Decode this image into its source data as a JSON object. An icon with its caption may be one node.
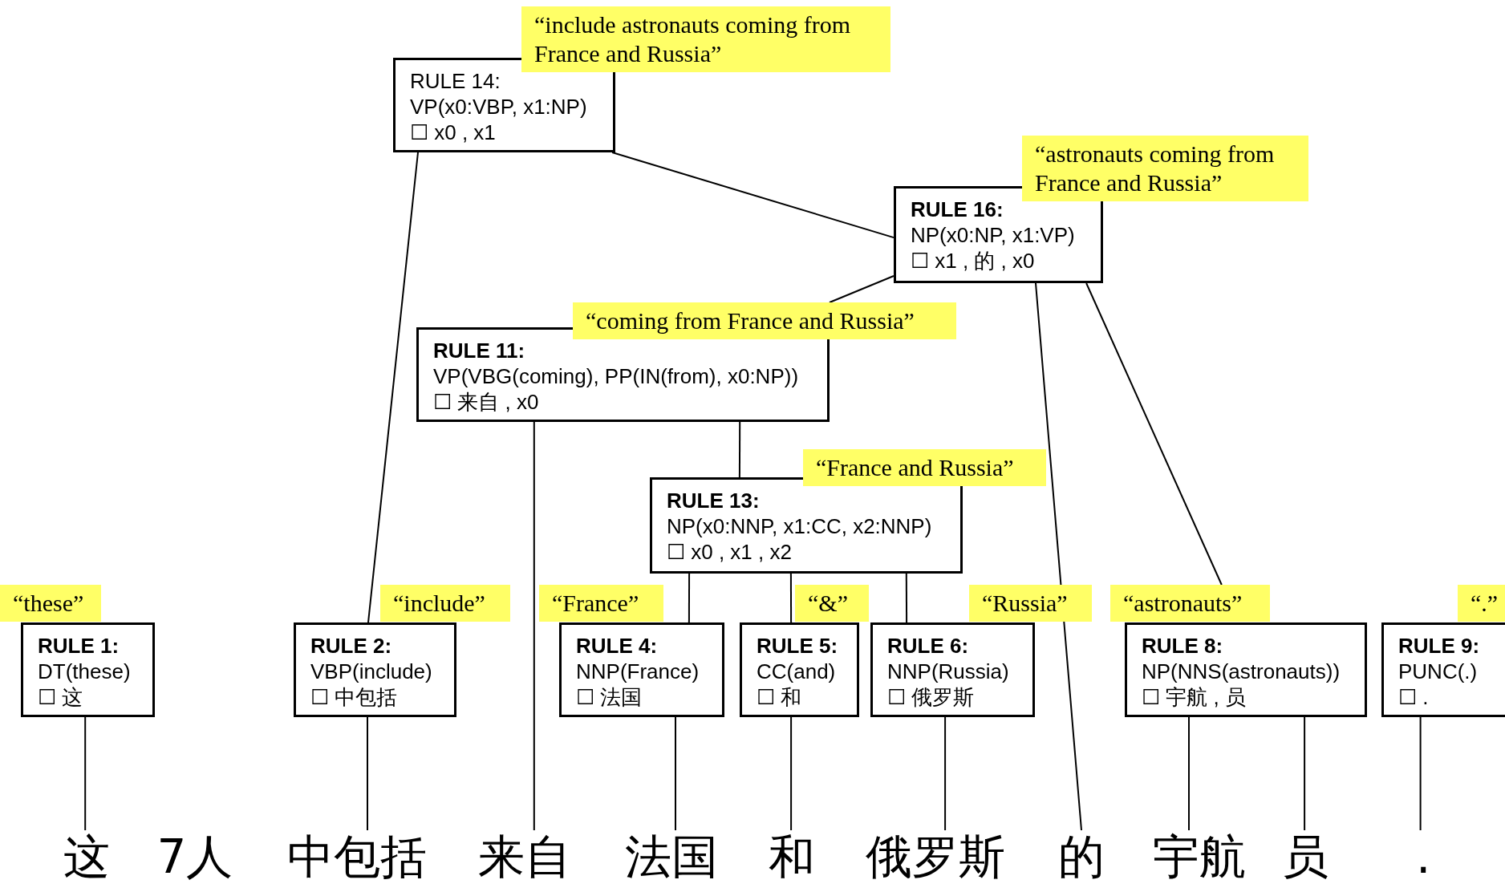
{
  "diagram": {
    "nodes": [
      {
        "text": [
          "RULE 14:",
          "VP(x0:VBP, x1:NP)",
          "☐ x0 , x1"
        ],
        "beside": [
          "“include astronauts coming from France and Russia”"
        ]
      },
      {
        "text": [
          "RULE 16:",
          "NP(x0:NP, x1:VP)",
          "☐ x1 , 的 , x0"
        ],
        "beside": [
          "“astronauts coming from France and Russia”"
        ]
      },
      {
        "text": [
          "RULE 11:",
          "VP(VBG(coming), PP(IN(from), x0:NP))",
          "☐ 来自 , x0"
        ],
        "beside": [
          "“coming from France and Russia”"
        ]
      },
      {
        "text": [
          "RULE 13:",
          "NP(x0:NNP, x1:CC, x2:NNP)",
          "☐ x0 , x1 , x2"
        ],
        "beside": [
          "“France and Russia”"
        ]
      },
      {
        "text": [
          "RULE 1:",
          "DT(these)",
          "☐ 这"
        ],
        "beside": [
          "“these”"
        ]
      },
      {
        "text": [
          "RULE 2:",
          "VBP(include)",
          "☐ 中包括"
        ],
        "beside": [
          "“include”"
        ]
      },
      {
        "text": [
          "RULE 4:",
          "NNP(France)",
          "☐ 法国"
        ],
        "beside": [
          "“France”"
        ]
      },
      {
        "text": [
          "RULE 5:",
          "CC(and)",
          "☐ 和"
        ],
        "beside": [
          "“&”"
        ]
      },
      {
        "text": [
          "RULE 6:",
          "NNP(Russia)",
          "☐ 俄罗斯"
        ],
        "beside": [
          "“Russia”"
        ]
      },
      {
        "text": [
          "RULE 8:",
          "NP(NNS(astronauts))",
          "☐ 宇航 , 员"
        ],
        "beside": [
          "“astronauts”"
        ]
      },
      {
        "text": [
          "RULE 9:",
          "PUNC(.)",
          "☐ ."
        ],
        "beside": [
          "“.”"
        ]
      },
      {
        "text": [
          "这"
        ]
      },
      {
        "text": [
          "7人"
        ]
      },
      {
        "text": [
          "中包括"
        ]
      },
      {
        "text": [
          "来自"
        ]
      },
      {
        "text": [
          "法国"
        ]
      },
      {
        "text": [
          "和"
        ]
      },
      {
        "text": [
          "俄罗斯"
        ]
      },
      {
        "text": [
          "的"
        ]
      },
      {
        "text": [
          "宇航"
        ]
      },
      {
        "text": [
          "员"
        ]
      },
      {
        "text": [
          "."
        ]
      }
    ],
    "edges": [
      {
        "from": 0,
        "to": 1,
        "arrow": "none"
      },
      {
        "from": 0,
        "to": 5,
        "arrow": "none"
      },
      {
        "from": 1,
        "to": 2,
        "arrow": "none"
      },
      {
        "from": 1,
        "to": 18,
        "arrow": "none"
      },
      {
        "from": 1,
        "to": 9,
        "arrow": "none"
      },
      {
        "from": 2,
        "to": 14,
        "arrow": "none"
      },
      {
        "from": 2,
        "to": 3,
        "arrow": "none"
      },
      {
        "from": 3,
        "to": 6,
        "arrow": "none"
      },
      {
        "from": 3,
        "to": 7,
        "arrow": "none"
      },
      {
        "from": 3,
        "to": 8,
        "arrow": "none"
      },
      {
        "from": 4,
        "to": 11,
        "arrow": "none"
      },
      {
        "from": 5,
        "to": 13,
        "arrow": "none"
      },
      {
        "from": 6,
        "to": 15,
        "arrow": "none"
      },
      {
        "from": 7,
        "to": 16,
        "arrow": "none"
      },
      {
        "from": 8,
        "to": 17,
        "arrow": "none"
      },
      {
        "from": 9,
        "to": 19,
        "arrow": "none"
      },
      {
        "from": 9,
        "to": 20,
        "arrow": "none"
      },
      {
        "from": 10,
        "to": 21,
        "arrow": "none"
      }
    ]
  }
}
